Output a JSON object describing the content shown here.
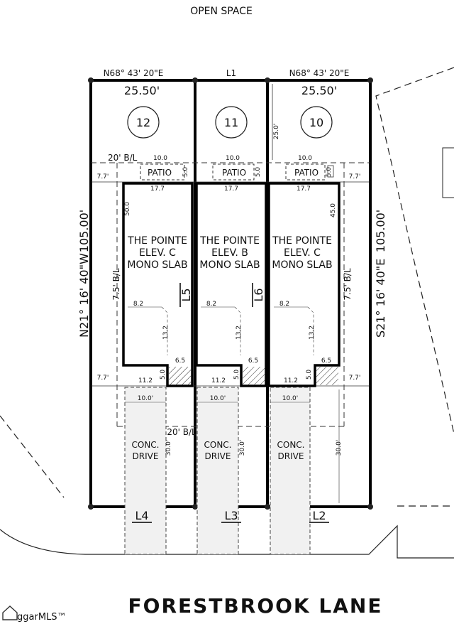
{
  "header": {
    "open_space": "OPEN SPACE"
  },
  "bearings": {
    "top_left": "N68° 43' 20\"E",
    "top_mid": "L1",
    "top_right": "N68° 43' 20\"E",
    "left_side": "N21° 16' 40\"W",
    "right_side": "S21° 16' 40\"E",
    "left_dist": "105.00'",
    "right_dist": "105.00'"
  },
  "lots": [
    {
      "number": "12",
      "width": "25.50'",
      "plan": "THE POINTE",
      "elev": "ELEV. C",
      "foundation": "MONO SLAB",
      "patio": "PATIO",
      "side_line": "L5",
      "front_line": "L4"
    },
    {
      "number": "11",
      "width": "",
      "plan": "THE POINTE",
      "elev": "ELEV. B",
      "foundation": "MONO SLAB",
      "patio": "PATIO",
      "side_line": "L6",
      "front_line": "L3"
    },
    {
      "number": "10",
      "width": "25.50'",
      "plan": "THE POINTE",
      "elev": "ELEV. C",
      "foundation": "MONO SLAB",
      "patio": "PATIO",
      "side_line": "",
      "front_line": "L2"
    }
  ],
  "setbacks": {
    "rear_bl": "20' B/L",
    "front_bl": "20' B/L",
    "side_bl_left": "7.5' B/L",
    "side_bl_right": "7.5' B/L",
    "side_offset": "7.7'",
    "rear_depth": "25.0'",
    "drive_depth": "30.0'"
  },
  "dims": {
    "patio_width": "10.0",
    "patio_depth": "5.0",
    "house_width": "17.7",
    "house_depth_left": "50.0",
    "house_depth_right": "45.0",
    "inner_a": "8.2",
    "inner_b": "13.2",
    "garage_w": "11.2",
    "garage_d": "5.0",
    "notch": "6.5",
    "drive_width": "10.0'"
  },
  "drive_label_1": "CONC.",
  "drive_label_2": "DRIVE",
  "street": "FORESTBROOK LANE",
  "watermark": "ggarMLS™"
}
